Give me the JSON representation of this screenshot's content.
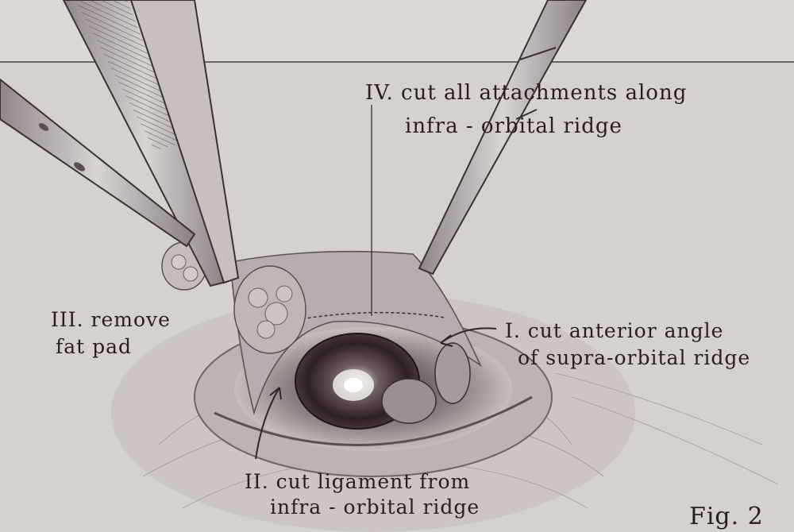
{
  "figure": {
    "label": "Fig. 2"
  },
  "annotations": {
    "step_iv": {
      "line1": "IV. cut all attachments along",
      "line2": "infra - orbital ridge"
    },
    "step_iii": {
      "line1": "III. remove",
      "line2": "fat pad"
    },
    "step_i": {
      "line1": "I. cut anterior angle",
      "line2": "of supra-orbital ridge"
    },
    "step_ii": {
      "line1": "II. cut ligament from",
      "line2": "infra - orbital ridge"
    }
  },
  "colors": {
    "background_paper": "#d6cfcc",
    "ink": "#2b1c1e",
    "metal": "#b5adae",
    "tissue": "#a89ea0"
  }
}
